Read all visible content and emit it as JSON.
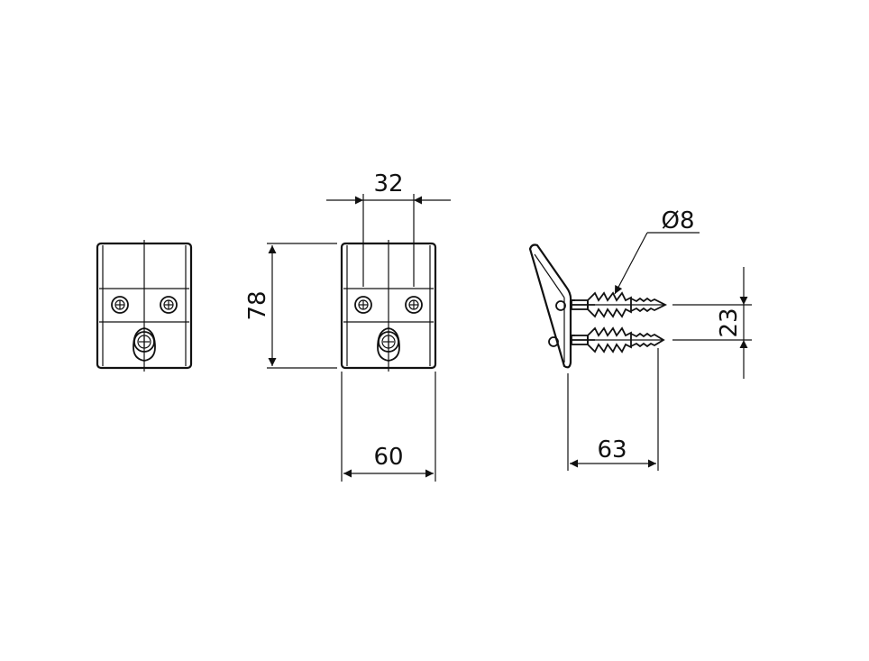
{
  "drawing": {
    "dimensions": {
      "hole_spacing": "32",
      "height": "78",
      "width": "60",
      "diameter": "Ø8",
      "screw_spacing": "23",
      "depth": "63"
    },
    "colors": {
      "line": "#111111",
      "background": "#ffffff"
    }
  }
}
